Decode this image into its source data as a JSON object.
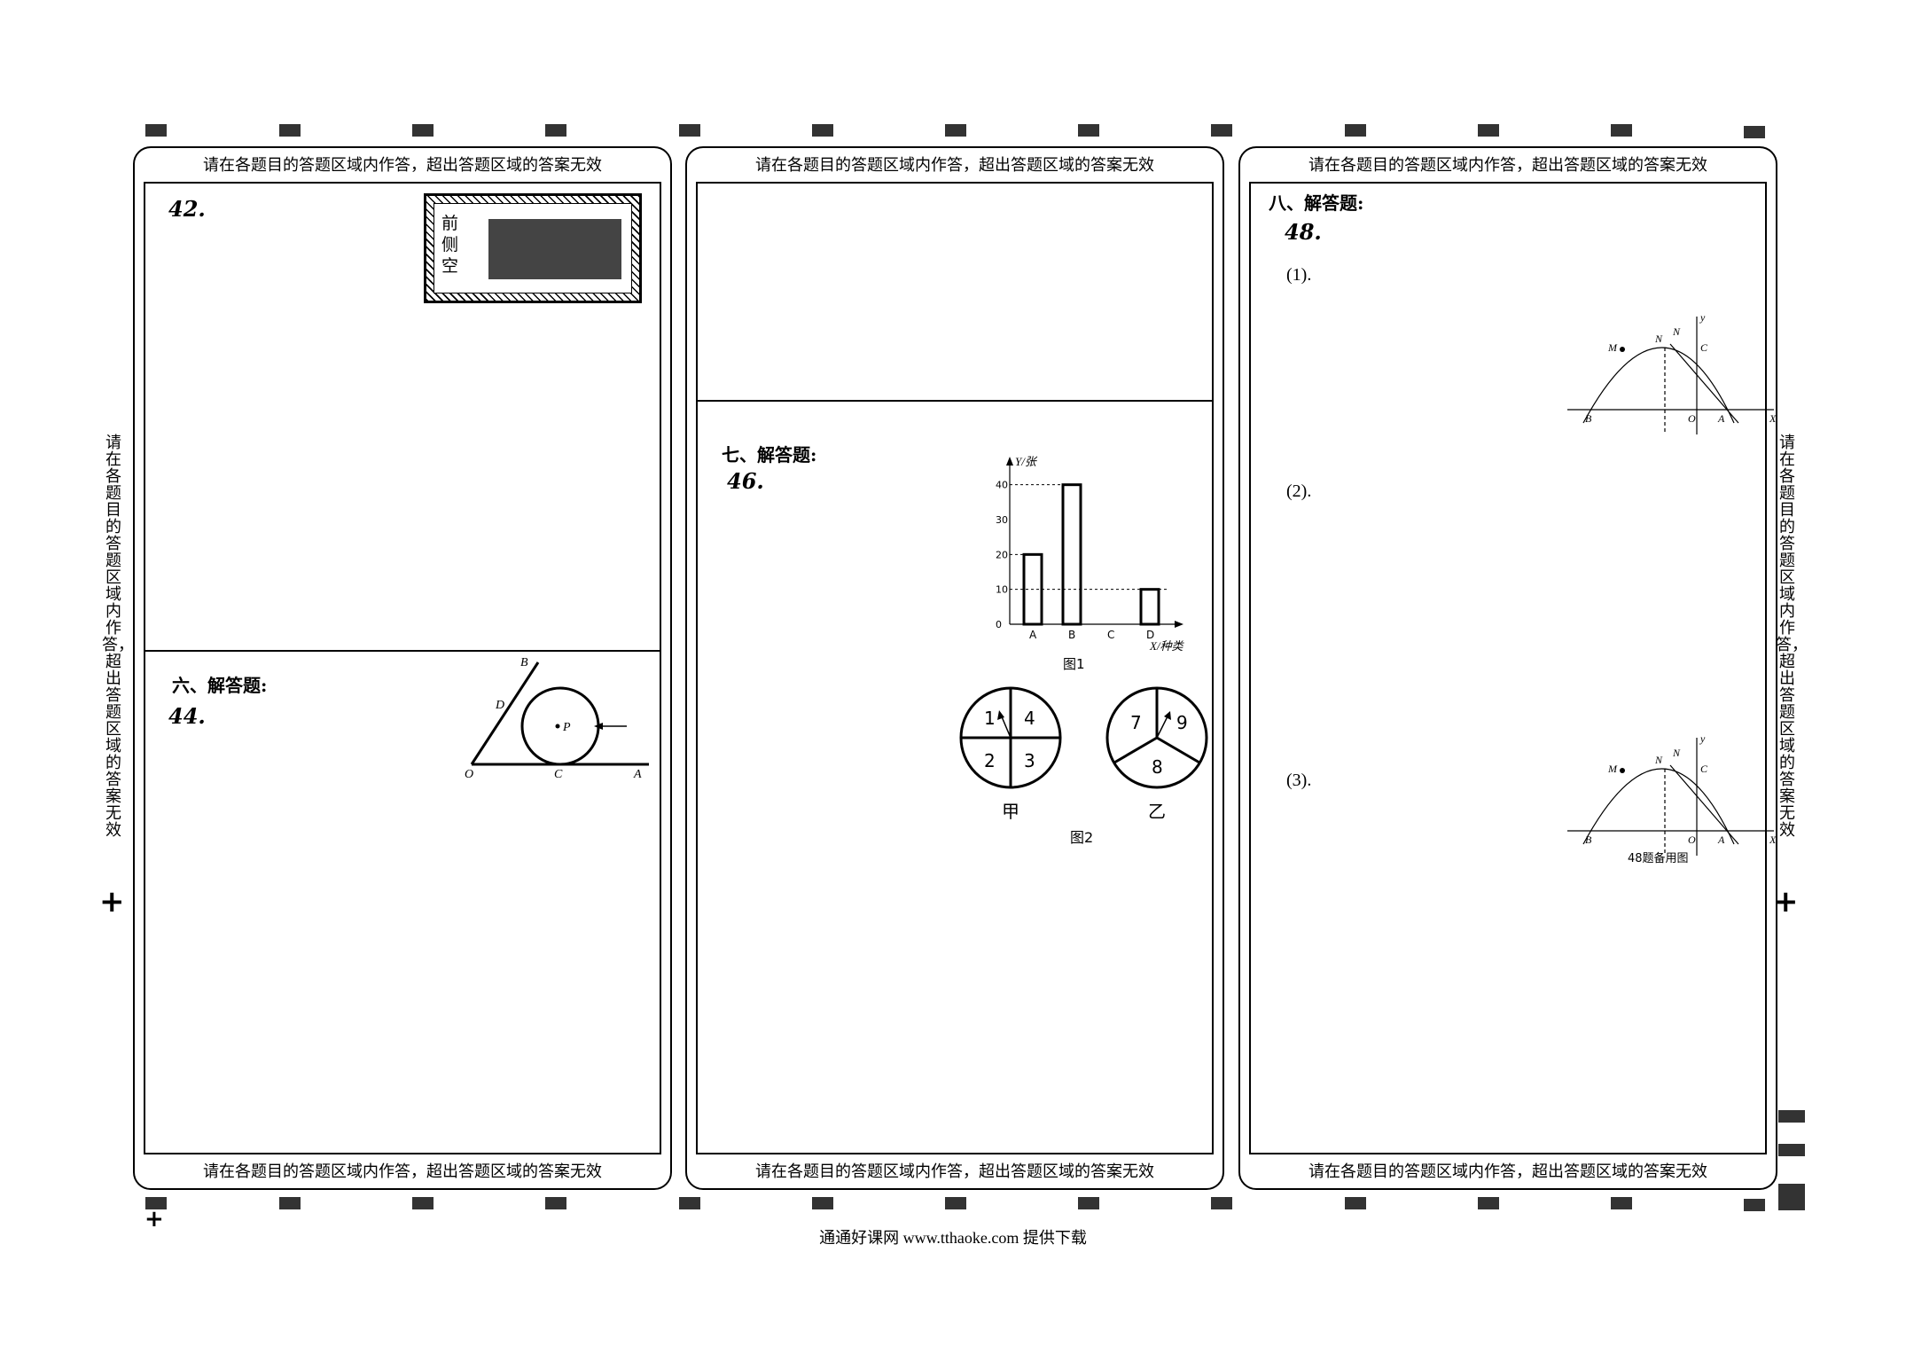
{
  "notice": "请在各题目的答题区域内作答，超出答题区域的答案无效",
  "side_notice": "请在各题目的答题区域内作答，超出答题区域的答案无效",
  "plus": "+",
  "footer": "通通好课网  www.tthaoke.com  提供下载",
  "left": {
    "q42": "42.",
    "note_label": "前侧空",
    "section6": "六、解答题:",
    "q44": "44.",
    "fig44": {
      "B": "B",
      "D": "D",
      "P": "P",
      "O": "O",
      "C": "C",
      "A": "A"
    }
  },
  "middle": {
    "section7": "七、解答题:",
    "q46": "46.",
    "fig1_caption": "图1",
    "fig2_caption": "图2",
    "spinner_jia": "甲",
    "spinner_yi": "乙",
    "spinner_jia_numbers": [
      "1",
      "4",
      "2",
      "3"
    ],
    "spinner_yi_numbers": [
      "7",
      "9",
      "8"
    ]
  },
  "right": {
    "section8": "八、解答题:",
    "q48": "48.",
    "sub1": "(1).",
    "sub2": "(2).",
    "sub3": "(3).",
    "spare_caption": "48题备用图",
    "parabola_labels": {
      "M": "M",
      "N": "N",
      "C": "C",
      "y": "y",
      "B": "B",
      "O": "O",
      "A": "A",
      "x": "X"
    }
  },
  "chart_data": {
    "type": "bar",
    "categories": [
      "A",
      "B",
      "C",
      "D"
    ],
    "values": [
      20,
      40,
      0,
      10
    ],
    "ylabel": "Y/张",
    "xlabel": "X/种类",
    "yticks": [
      "0",
      "10",
      "20",
      "30",
      "40"
    ],
    "ylim": [
      0,
      45
    ],
    "title": "图1",
    "grid": false
  }
}
